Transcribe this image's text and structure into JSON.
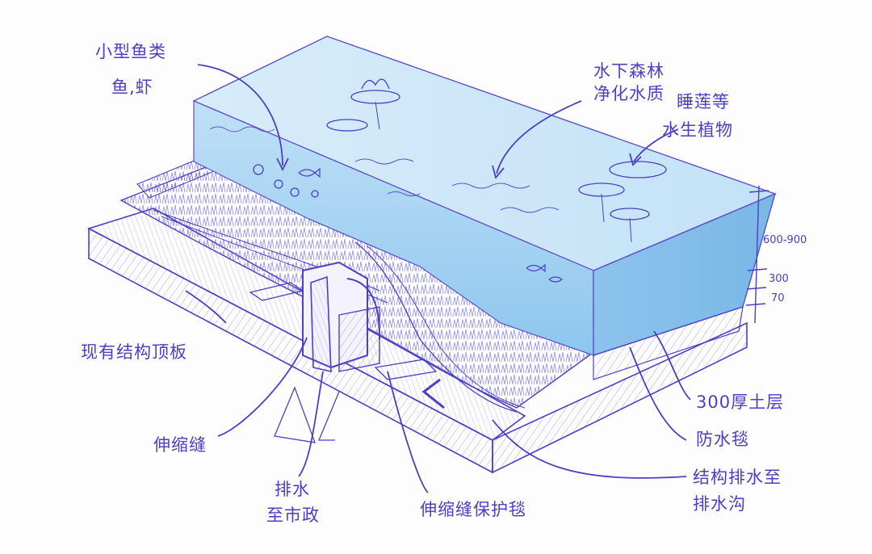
{
  "labels": {
    "fish_line1": "小型鱼类",
    "fish_line2": "鱼,虾",
    "underwater_forest_line1": "水下森林",
    "underwater_forest_line2": "净化水质",
    "lotus_line1": "睡莲等",
    "lotus_line2": "水生植物",
    "slab": "现有结构顶板",
    "expansion_joint": "伸缩缝",
    "drain_line1": "排水",
    "drain_line2": "至市政",
    "joint_protection": "伸缩缝保护毯",
    "soil": "300厚土层",
    "waterproof": "防水毯",
    "drain_line3": "结构排水至",
    "drain_line4": "排水沟"
  },
  "dimensions": {
    "water_depth": "600-900",
    "soil_depth": "300",
    "base_depth": "70"
  },
  "colors": {
    "ink": "#4b40c4",
    "water_light": "#cfe6f8",
    "water_mid": "#a9d2f3",
    "water_dark": "#7fbdec",
    "paper": "#fdfdfd"
  }
}
